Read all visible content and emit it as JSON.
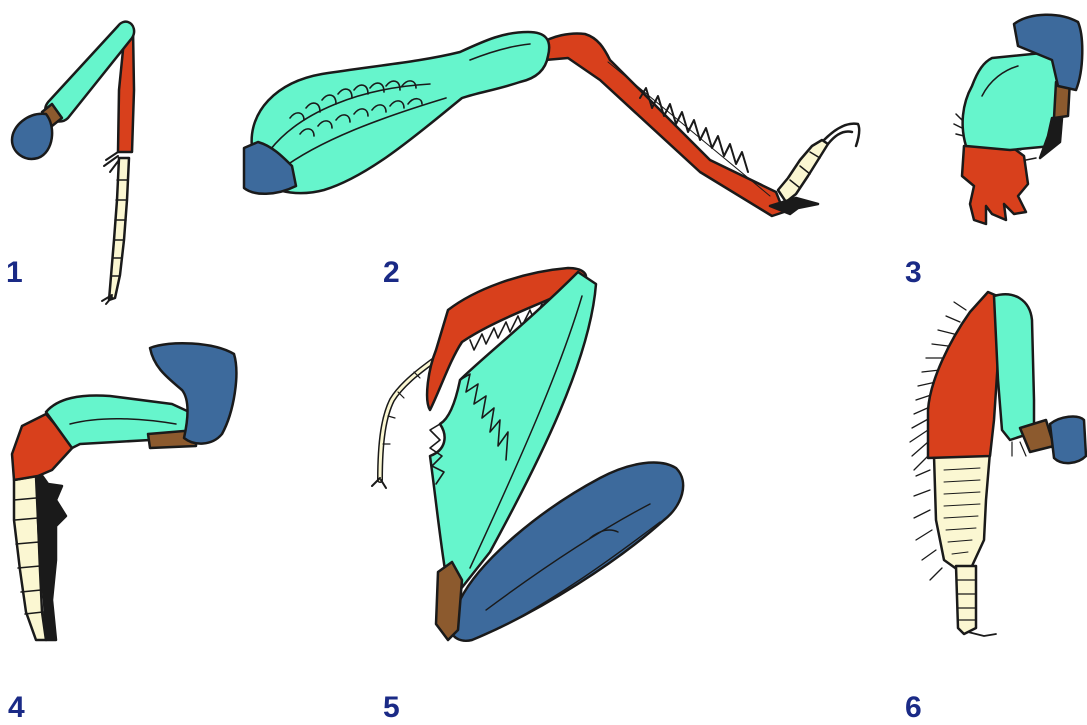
{
  "labels": {
    "leg1": "1",
    "leg2": "2",
    "leg3": "3",
    "leg4": "4",
    "leg5": "5",
    "leg6": "6"
  },
  "colors": {
    "coxa": "#3d6a9c",
    "trochanter": "#8c5a2e",
    "femur": "#66f5cc",
    "tibia": "#d8401c",
    "tarsus": "#fbf7d2",
    "outline": "#1a1a1a",
    "label": "#1a2a86"
  }
}
